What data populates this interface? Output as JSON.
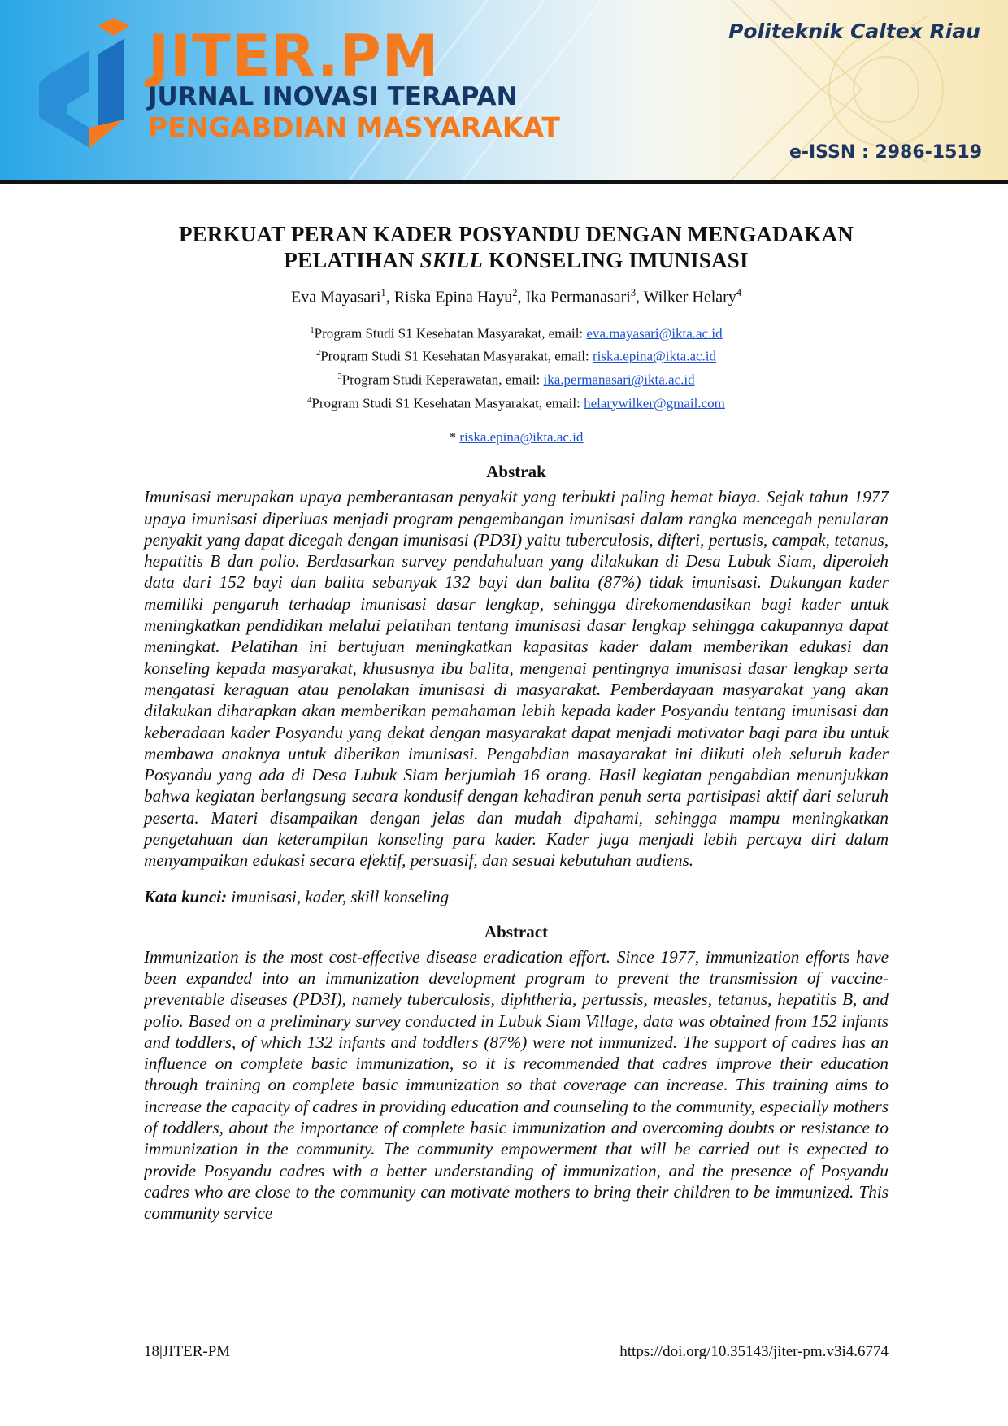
{
  "header": {
    "journal_short": "JITER.PM",
    "journal_line1": "JURNAL INOVASI TERAPAN",
    "journal_line2": "PENGABDIAN MASYARAKAT",
    "institution": "Politeknik Caltex Riau",
    "issn": "e-ISSN : 2986-1519",
    "colors": {
      "orange": "#f47a20",
      "navy": "#143566",
      "blue": "#2aa6e6"
    }
  },
  "article": {
    "title_line1": "PERKUAT PERAN KADER POSYANDU DENGAN MENGADAKAN",
    "title_line2_pre": "PELATIHAN ",
    "title_line2_italic": "SKILL",
    "title_line2_post": " KONSELING IMUNISASI",
    "authors": [
      {
        "name": "Eva Mayasari",
        "sup": "1",
        "sep": ", "
      },
      {
        "name": "Riska Epina Hayu",
        "sup": "2",
        "sep": ", "
      },
      {
        "name": "Ika Permanasari",
        "sup": "3",
        "sep": ", "
      },
      {
        "name": "Wilker Helary",
        "sup": "4",
        "sep": ""
      }
    ],
    "affiliations": [
      {
        "sup": "1",
        "text": "Program Studi S1 Kesehatan Masyarakat, email: ",
        "email": "eva.mayasari@ikta.ac.id"
      },
      {
        "sup": "2",
        "text": "Program Studi S1 Kesehatan Masyarakat, email: ",
        "email": "riska.epina@ikta.ac.id"
      },
      {
        "sup": "3",
        "text": "Program Studi Keperawatan, email: ",
        "email": "ika.permanasari@ikta.ac.id"
      },
      {
        "sup": "4",
        "text": "Program Studi S1 Kesehatan Masyarakat, email: ",
        "email": "helarywilker@gmail.com"
      }
    ],
    "corresponding_prefix": "* ",
    "corresponding_email": "riska.epina@ikta.ac.id",
    "abstrak_heading": "Abstrak",
    "abstrak_text": "Imunisasi merupakan upaya pemberantasan penyakit yang terbukti paling hemat biaya. Sejak tahun 1977 upaya imunisasi diperluas menjadi program pengembangan imunisasi dalam rangka mencegah penularan penyakit yang dapat dicegah dengan imunisasi (PD3I) yaitu tuberculosis, difteri, pertusis, campak, tetanus, hepatitis B dan polio. Berdasarkan survey pendahuluan yang dilakukan di Desa Lubuk Siam, diperoleh data dari 152 bayi dan balita sebanyak 132 bayi dan balita (87%) tidak imunisasi. Dukungan kader memiliki pengaruh terhadap imunisasi dasar lengkap, sehingga direkomendasikan bagi kader untuk meningkatkan pendidikan melalui pelatihan tentang imunisasi dasar lengkap sehingga cakupannya dapat meningkat. Pelatihan ini bertujuan meningkatkan kapasitas kader dalam memberikan edukasi dan konseling kepada masyarakat, khususnya ibu balita, mengenai pentingnya imunisasi dasar lengkap serta mengatasi keraguan atau penolakan imunisasi di masyarakat. Pemberdayaan masyarakat yang akan dilakukan diharapkan akan memberikan pemahaman lebih kepada kader Posyandu tentang imunisasi dan keberadaan kader Posyandu yang dekat dengan masyarakat dapat menjadi motivator bagi para ibu untuk membawa anaknya untuk diberikan imunisasi. Pengabdian masayarakat ini diikuti oleh seluruh kader Posyandu yang ada di Desa Lubuk Siam berjumlah 16 orang. Hasil kegiatan pengabdian menunjukkan bahwa kegiatan berlangsung secara kondusif dengan kehadiran penuh serta partisipasi aktif dari seluruh peserta. Materi disampaikan dengan jelas dan mudah dipahami, sehingga mampu meningkatkan pengetahuan dan keterampilan konseling para kader. Kader juga menjadi lebih percaya diri dalam menyampaikan edukasi secara efektif, persuasif, dan sesuai kebutuhan audiens.",
    "keywords_label": "Kata kunci:",
    "keywords": " imunisasi, kader, skill konseling",
    "abstract_heading": "Abstract",
    "abstract_text": "Immunization is the most cost-effective disease eradication effort. Since 1977, immunization efforts have been expanded into an immunization development program to prevent the transmission of vaccine-preventable diseases (PD3I), namely tuberculosis, diphtheria, pertussis, measles, tetanus, hepatitis B, and polio.  Based on a preliminary survey conducted in Lubuk Siam Village, data was obtained from 152 infants and toddlers, of which 132 infants and toddlers (87%) were not immunized. The support of cadres has an influence on complete basic immunization, so it is recommended that cadres improve their education through training on complete basic immunization so that coverage can increase. This training aims to increase the capacity of cadres in providing education and counseling to the community, especially mothers of toddlers, about the importance of complete basic immunization and overcoming doubts or resistance to immunization in the community. The community empowerment that will be carried out is expected to provide Posyandu cadres with a better understanding of immunization, and the presence of Posyandu cadres who are close to the community can motivate mothers to bring their children to be immunized. This community service"
  },
  "footer": {
    "page": "18|JITER-PM",
    "doi": "https://doi.org/10.35143/jiter-pm.v3i4.6774"
  }
}
